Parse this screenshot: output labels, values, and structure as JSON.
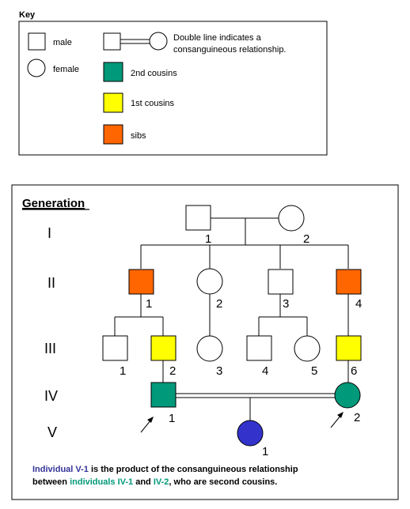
{
  "key": {
    "title": "Key",
    "male_label": "male",
    "female_label": "female",
    "double_line_label_1": "Double line indicates a",
    "double_line_label_2": "consanguineous relationship.",
    "second_cousins_label": "2nd cousins",
    "first_cousins_label": "1st cousins",
    "sibs_label": "sibs"
  },
  "colors": {
    "second_cousins": "#00997a",
    "first_cousins": "#ffff00",
    "sibs": "#ff6600",
    "proband": "#3333cc",
    "caption_blue": "#333399",
    "caption_green": "#00997a"
  },
  "pedigree": {
    "heading": "Generation",
    "generations": [
      "I",
      "II",
      "III",
      "IV",
      "V"
    ],
    "individuals": [
      {
        "id": "I-1",
        "number": "1"
      },
      {
        "id": "I-2",
        "number": "2"
      },
      {
        "id": "II-1",
        "number": "1"
      },
      {
        "id": "II-2",
        "number": "2"
      },
      {
        "id": "II-3",
        "number": "3"
      },
      {
        "id": "II-4",
        "number": "4"
      },
      {
        "id": "III-1",
        "number": "1"
      },
      {
        "id": "III-2",
        "number": "2"
      },
      {
        "id": "III-3",
        "number": "3"
      },
      {
        "id": "III-4",
        "number": "4"
      },
      {
        "id": "III-5",
        "number": "5"
      },
      {
        "id": "III-6",
        "number": "6"
      },
      {
        "id": "IV-1",
        "number": "1"
      },
      {
        "id": "IV-2",
        "number": "2"
      },
      {
        "id": "V-1",
        "number": "1"
      }
    ]
  },
  "caption": {
    "line1_part1": "Individual V-1",
    "line1_part2": " is the product of the consanguineous relationship",
    "line2_part1": "between ",
    "line2_part2": "individuals IV-1",
    "line2_part3": " and ",
    "line2_part4": "IV-2",
    "line2_part5": ", who are second cousins."
  }
}
